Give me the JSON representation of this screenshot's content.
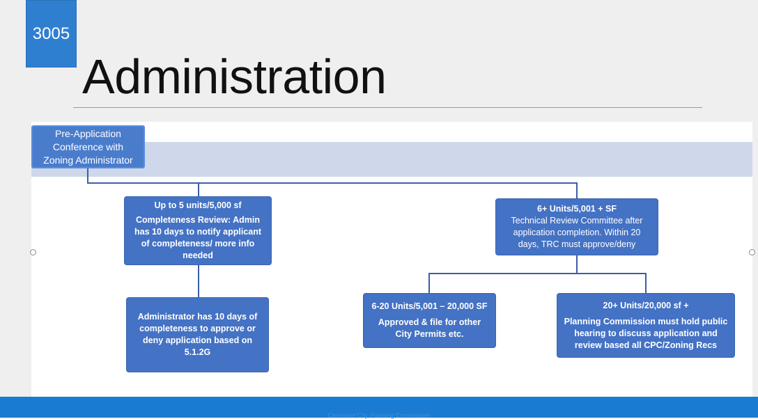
{
  "slide": {
    "number": "3005",
    "title": "Administration",
    "footer": "Cleveland City Planning Commission"
  },
  "diagram": {
    "root": {
      "line1": "Pre-Application",
      "line2": "Conference  with",
      "line3": "Zoning Administrator"
    },
    "small": {
      "heading": "Up to 5 units/5,000 sf",
      "body": "Completeness Review: Admin has 10 days to notify applicant of completeness/ more info needed"
    },
    "small_child": {
      "body": "Administrator has 10 days of completeness to approve or deny application based on 5.1.2G"
    },
    "large": {
      "heading": "6+ Units/5,001 + SF",
      "body": "Technical Review Committee after application completion. Within 20 days, TRC must approve/deny"
    },
    "mid": {
      "heading": "6-20 Units/5,001 – 20,000 SF",
      "body": "Approved & file for other City Permits etc."
    },
    "big": {
      "heading": "20+ Units/20,000 sf +",
      "body": "Planning Commission must hold public hearing to discuss application and review based all CPC/Zoning Recs"
    }
  }
}
